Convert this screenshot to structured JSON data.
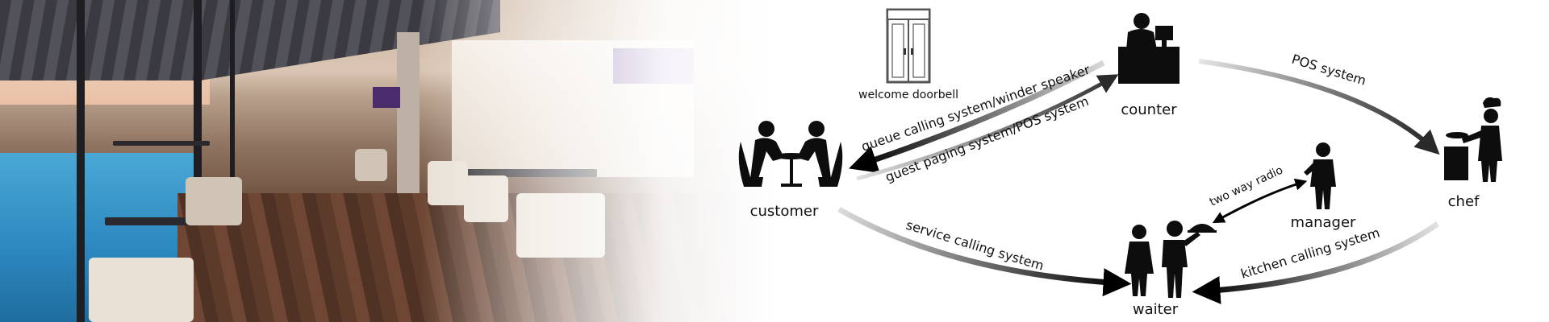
{
  "nodes": {
    "doorbell": "welcome doorbell",
    "counter": "counter",
    "customer": "customer",
    "manager": "manager",
    "chef": "chef",
    "waiter": "waiter"
  },
  "connections": {
    "queue": "queue calling system/winder speaker",
    "guest": "guest paging system/POS system",
    "pos": "POS system",
    "radio": "two way radio",
    "service": "service calling system",
    "kitchen": "kitchen calling system"
  },
  "icons": [
    "door-icon",
    "counter-icon",
    "customer-couple-icon",
    "manager-icon",
    "chef-icon",
    "waiter-icon"
  ]
}
